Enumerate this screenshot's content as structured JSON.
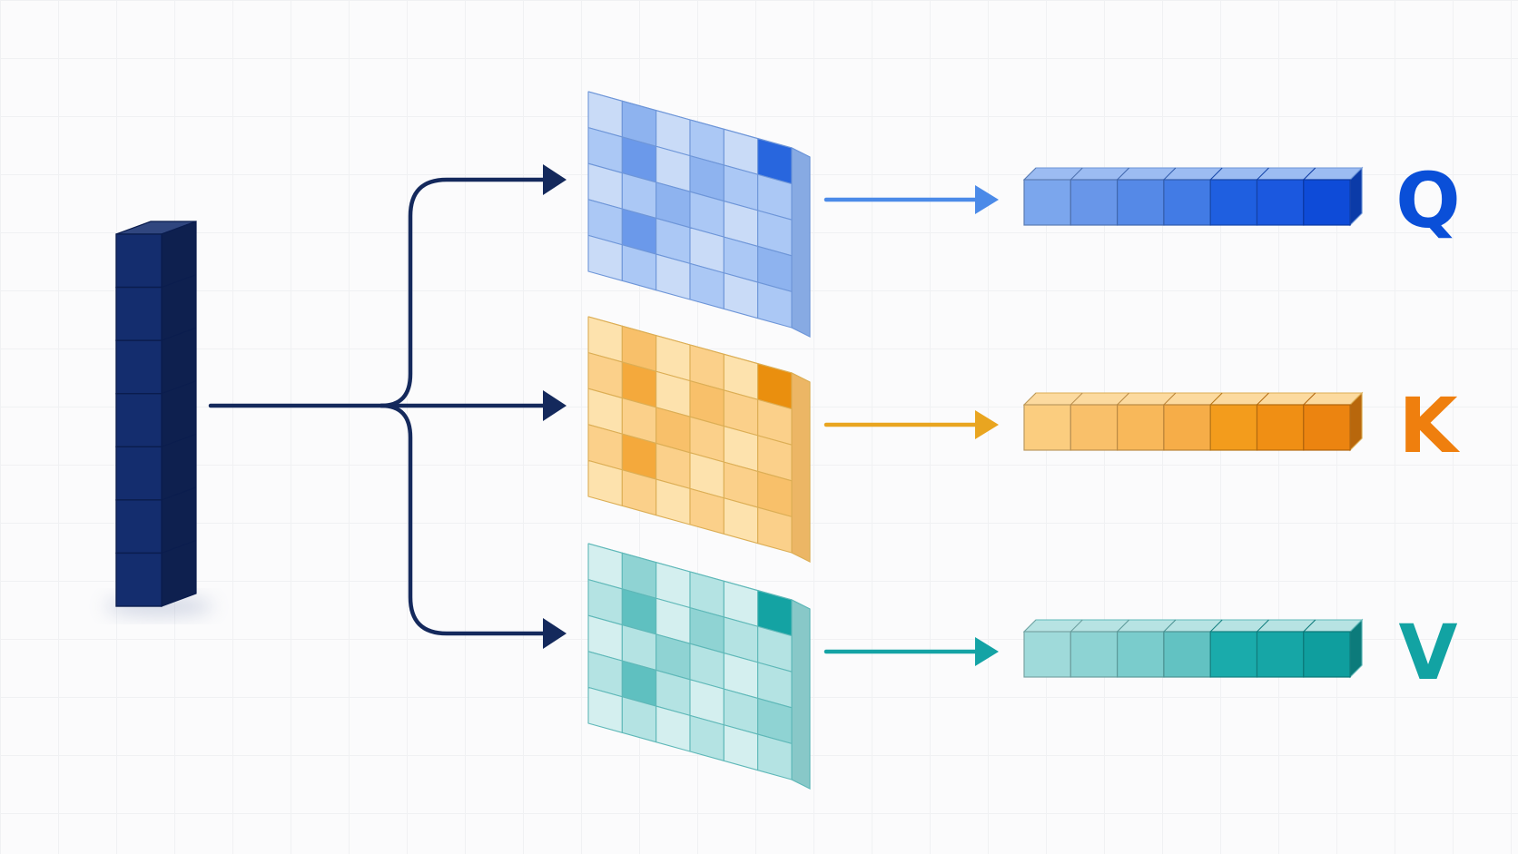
{
  "input_vector": {
    "cells": 7,
    "color": "#142d6e"
  },
  "arrow_color": "#14295c",
  "branches": [
    {
      "id": "q",
      "label": "Q",
      "label_color": "#0a4fd8",
      "arrow_color": "#4b8ae8",
      "edge_color": "#6e96d8",
      "matrix_shades": [
        [
          0,
          2,
          0,
          1,
          0,
          4
        ],
        [
          1,
          3,
          0,
          2,
          1,
          1
        ],
        [
          0,
          1,
          2,
          1,
          0,
          1
        ],
        [
          1,
          3,
          1,
          0,
          1,
          2
        ],
        [
          0,
          1,
          0,
          1,
          0,
          1
        ]
      ],
      "palette": [
        "#c9dbf7",
        "#abc8f5",
        "#8eb3ef",
        "#6b99ea",
        "#2866de"
      ],
      "output_colors": [
        "#7ba6ed",
        "#6896e9",
        "#5589e7",
        "#427be5",
        "#1f5fe0",
        "#1b58df",
        "#0e4bd8"
      ]
    },
    {
      "id": "k",
      "label": "K",
      "label_color": "#ef7f0e",
      "arrow_color": "#e9a520",
      "edge_color": "#dcae55",
      "matrix_shades": [
        [
          0,
          2,
          0,
          1,
          0,
          4
        ],
        [
          1,
          3,
          0,
          2,
          1,
          1
        ],
        [
          0,
          1,
          2,
          1,
          0,
          1
        ],
        [
          1,
          3,
          1,
          0,
          1,
          2
        ],
        [
          0,
          1,
          0,
          1,
          0,
          1
        ]
      ],
      "palette": [
        "#fde2ad",
        "#fbd08a",
        "#f8c06a",
        "#f4a93c",
        "#ea8f0e"
      ],
      "output_colors": [
        "#fbcd7f",
        "#f9c06a",
        "#f8b85a",
        "#f6ad48",
        "#f39c1c",
        "#f08f14",
        "#ec8410"
      ]
    },
    {
      "id": "v",
      "label": "V",
      "label_color": "#12a3a3",
      "arrow_color": "#14a3a5",
      "edge_color": "#5fb8b8",
      "matrix_shades": [
        [
          0,
          2,
          0,
          1,
          0,
          4
        ],
        [
          1,
          3,
          0,
          2,
          1,
          1
        ],
        [
          0,
          1,
          2,
          1,
          0,
          1
        ],
        [
          1,
          3,
          1,
          0,
          1,
          2
        ],
        [
          0,
          1,
          0,
          1,
          0,
          1
        ]
      ],
      "palette": [
        "#d4efef",
        "#b4e3e3",
        "#8fd3d3",
        "#5fc0c0",
        "#14a3a3"
      ],
      "output_colors": [
        "#9fdada",
        "#8dd3d3",
        "#7acccc",
        "#62c2c2",
        "#1aabab",
        "#16a6a6",
        "#0f9e9e"
      ]
    }
  ]
}
